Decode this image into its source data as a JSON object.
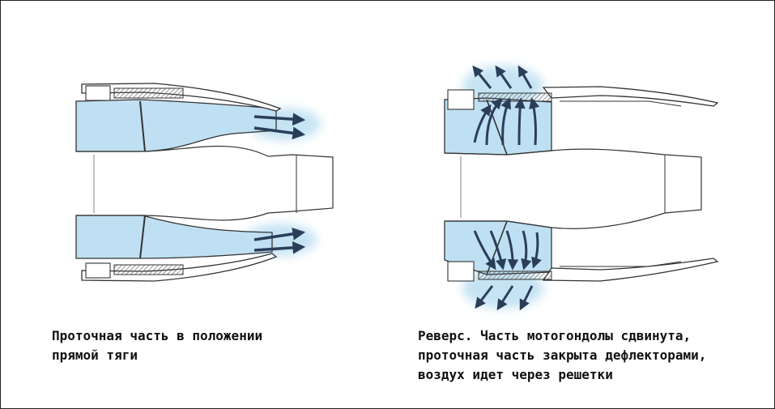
{
  "captions": {
    "forward_thrust": [
      "Проточная часть в положении",
      "прямой тяги"
    ],
    "reverse_thrust": [
      "Реверс. Часть мотогондолы сдвинута,",
      "проточная часть закрыта дефлекторами,",
      "воздух идет через решетки"
    ]
  },
  "colors": {
    "flow": "#bfe0f2",
    "outline": "#333333",
    "arrow": "#2a3e5a",
    "hatch": "#555555"
  },
  "icons": {
    "flow_arrow": "arrow-icon",
    "cascade": "hatched-grid"
  }
}
